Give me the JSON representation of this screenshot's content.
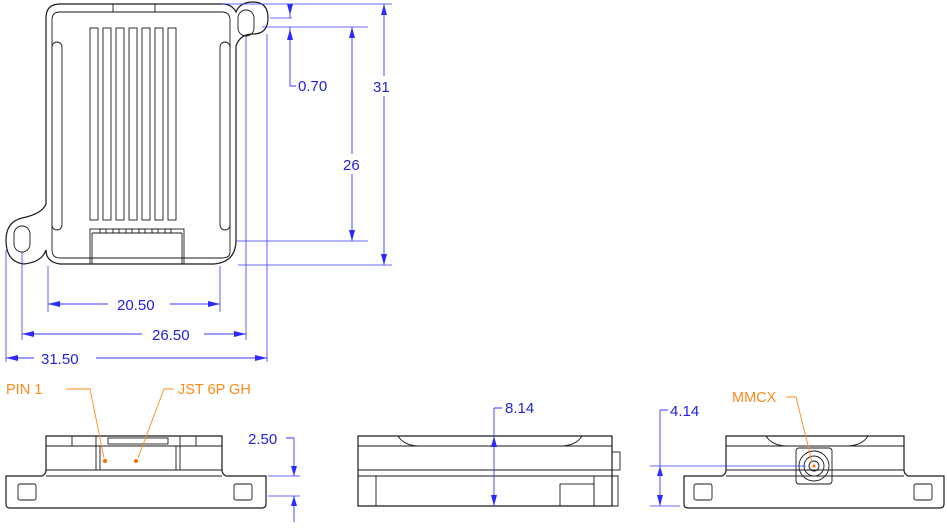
{
  "dimensions": {
    "hole_offset": "0.70",
    "hole_spacing_vertical": "26",
    "overall_height": "31",
    "body_width": "20.50",
    "hole_spacing_horizontal": "26.50",
    "overall_width": "31.50",
    "connector_height": "2.50",
    "total_thickness": "8.14",
    "mmcx_height": "4.14"
  },
  "labels": {
    "pin1": "PIN 1",
    "connector": "JST 6P GH",
    "antenna": "MMCX"
  },
  "colors": {
    "dimension": "#2222dd",
    "callout": "#ff8a1a",
    "outline": "#1a1a1a"
  }
}
